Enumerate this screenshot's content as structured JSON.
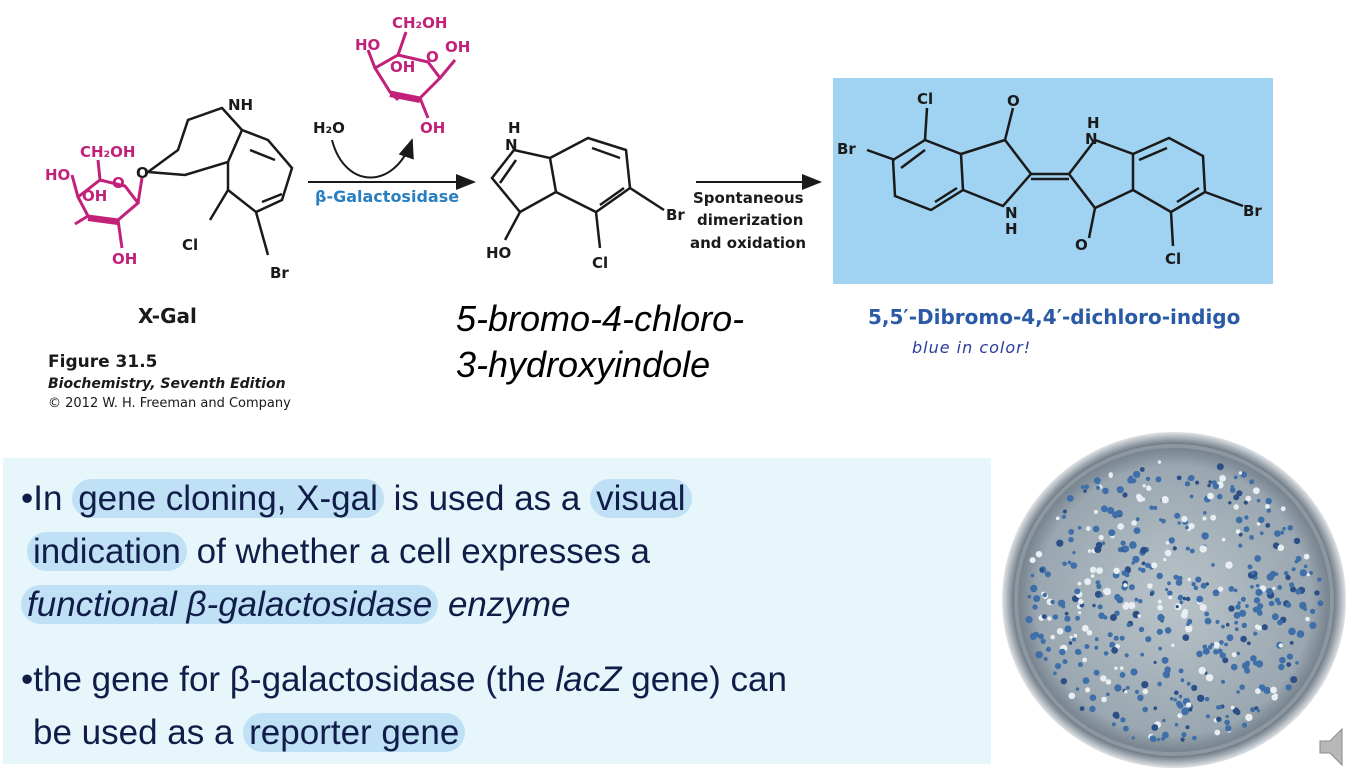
{
  "reaction": {
    "xgal": {
      "name": "X-Gal",
      "atoms": {
        "ch2oh": "CH₂OH",
        "ho": "HO",
        "oh_ring": "OH",
        "oh_bottom": "OH",
        "o_ring": "O",
        "o_link": "O",
        "nh": "NH",
        "cl": "Cl",
        "br": "Br"
      }
    },
    "water": "H₂O",
    "galactose": {
      "ch2oh": "CH₂OH",
      "ho": "HO",
      "oh_ring": "OH",
      "oh_right": "OH",
      "oh_bottom": "OH",
      "o_ring": "O"
    },
    "enzyme": "β-Galactosidase",
    "intermediate": {
      "name_line1": "5-bromo-4-chloro-",
      "name_line2": "3-hydroxyindole",
      "atoms": {
        "h": "H",
        "n": "N",
        "ho": "HO",
        "cl": "Cl",
        "br": "Br"
      }
    },
    "step2": {
      "line1": "Spontaneous",
      "line2": "dimerization",
      "line3": "and oxidation"
    },
    "product": {
      "name": "5,5′-Dibromo-4,4′-dichloro-indigo",
      "note": "blue in color!",
      "atoms": {
        "cl_top": "Cl",
        "o_top": "O",
        "br_left": "Br",
        "h_top": "H",
        "n_top": "N",
        "n_bottom": "N",
        "h_bottom": "H",
        "o_bottom": "O",
        "cl_bottom": "Cl",
        "br_right": "Br"
      }
    }
  },
  "figure": {
    "title": "Figure 31.5",
    "book": "Biochemistry, Seventh Edition",
    "copyright": "© 2012 W. H. Freeman and Company"
  },
  "bullets": {
    "b1": {
      "bullet": "•",
      "p1": "In ",
      "h1": "gene cloning, X-gal",
      "p2": " is used as a ",
      "h2a": "visual",
      "h2b": "indication",
      "p3": " of whether a cell expresses a",
      "h3": "functional β-galactosidase",
      "p4": " enzyme"
    },
    "b2": {
      "bullet": "•",
      "p1": "the gene for β-galactosidase (the ",
      "i1": "lacZ",
      "p2": " gene) can",
      "p3": "be used as a ",
      "h1": "reporter gene"
    }
  },
  "colors": {
    "magenta": "#c2217a",
    "box_blue": "#9fd3f1",
    "enzyme_blue": "#2a7fc1",
    "title_blue": "#2a5aa6",
    "text_navy": "#101d48",
    "highlight": "#bfe0f5",
    "panel": "#e6f6fb"
  },
  "icons": [
    "petri-dish-photo",
    "speaker-icon"
  ]
}
